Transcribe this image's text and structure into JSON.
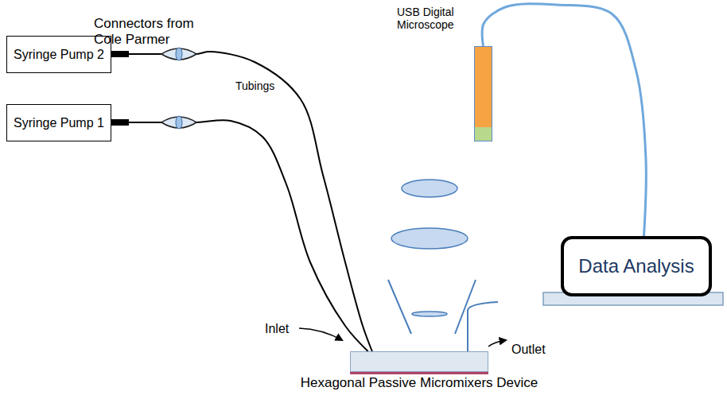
{
  "diagram": {
    "nodes": [
      {
        "text": [
          "Syringe Pump 2"
        ]
      },
      {
        "text": [
          "Syringe Pump 1"
        ]
      },
      {
        "text": [
          "USB Digital Microscope"
        ]
      },
      {
        "text": [
          "Data Analysis"
        ]
      },
      {
        "text": [
          "Hexagonal Passive Micromixers Device"
        ]
      }
    ],
    "edges": [
      {
        "from": 0,
        "to": 4,
        "arrow": "none"
      },
      {
        "from": 1,
        "to": 4,
        "arrow": "none"
      },
      {
        "from": 2,
        "to": 3,
        "arrow": "none"
      }
    ],
    "labels": [
      "Connectors from Cole Parmer",
      "Tubings",
      "Inlet",
      "Outlet"
    ]
  }
}
